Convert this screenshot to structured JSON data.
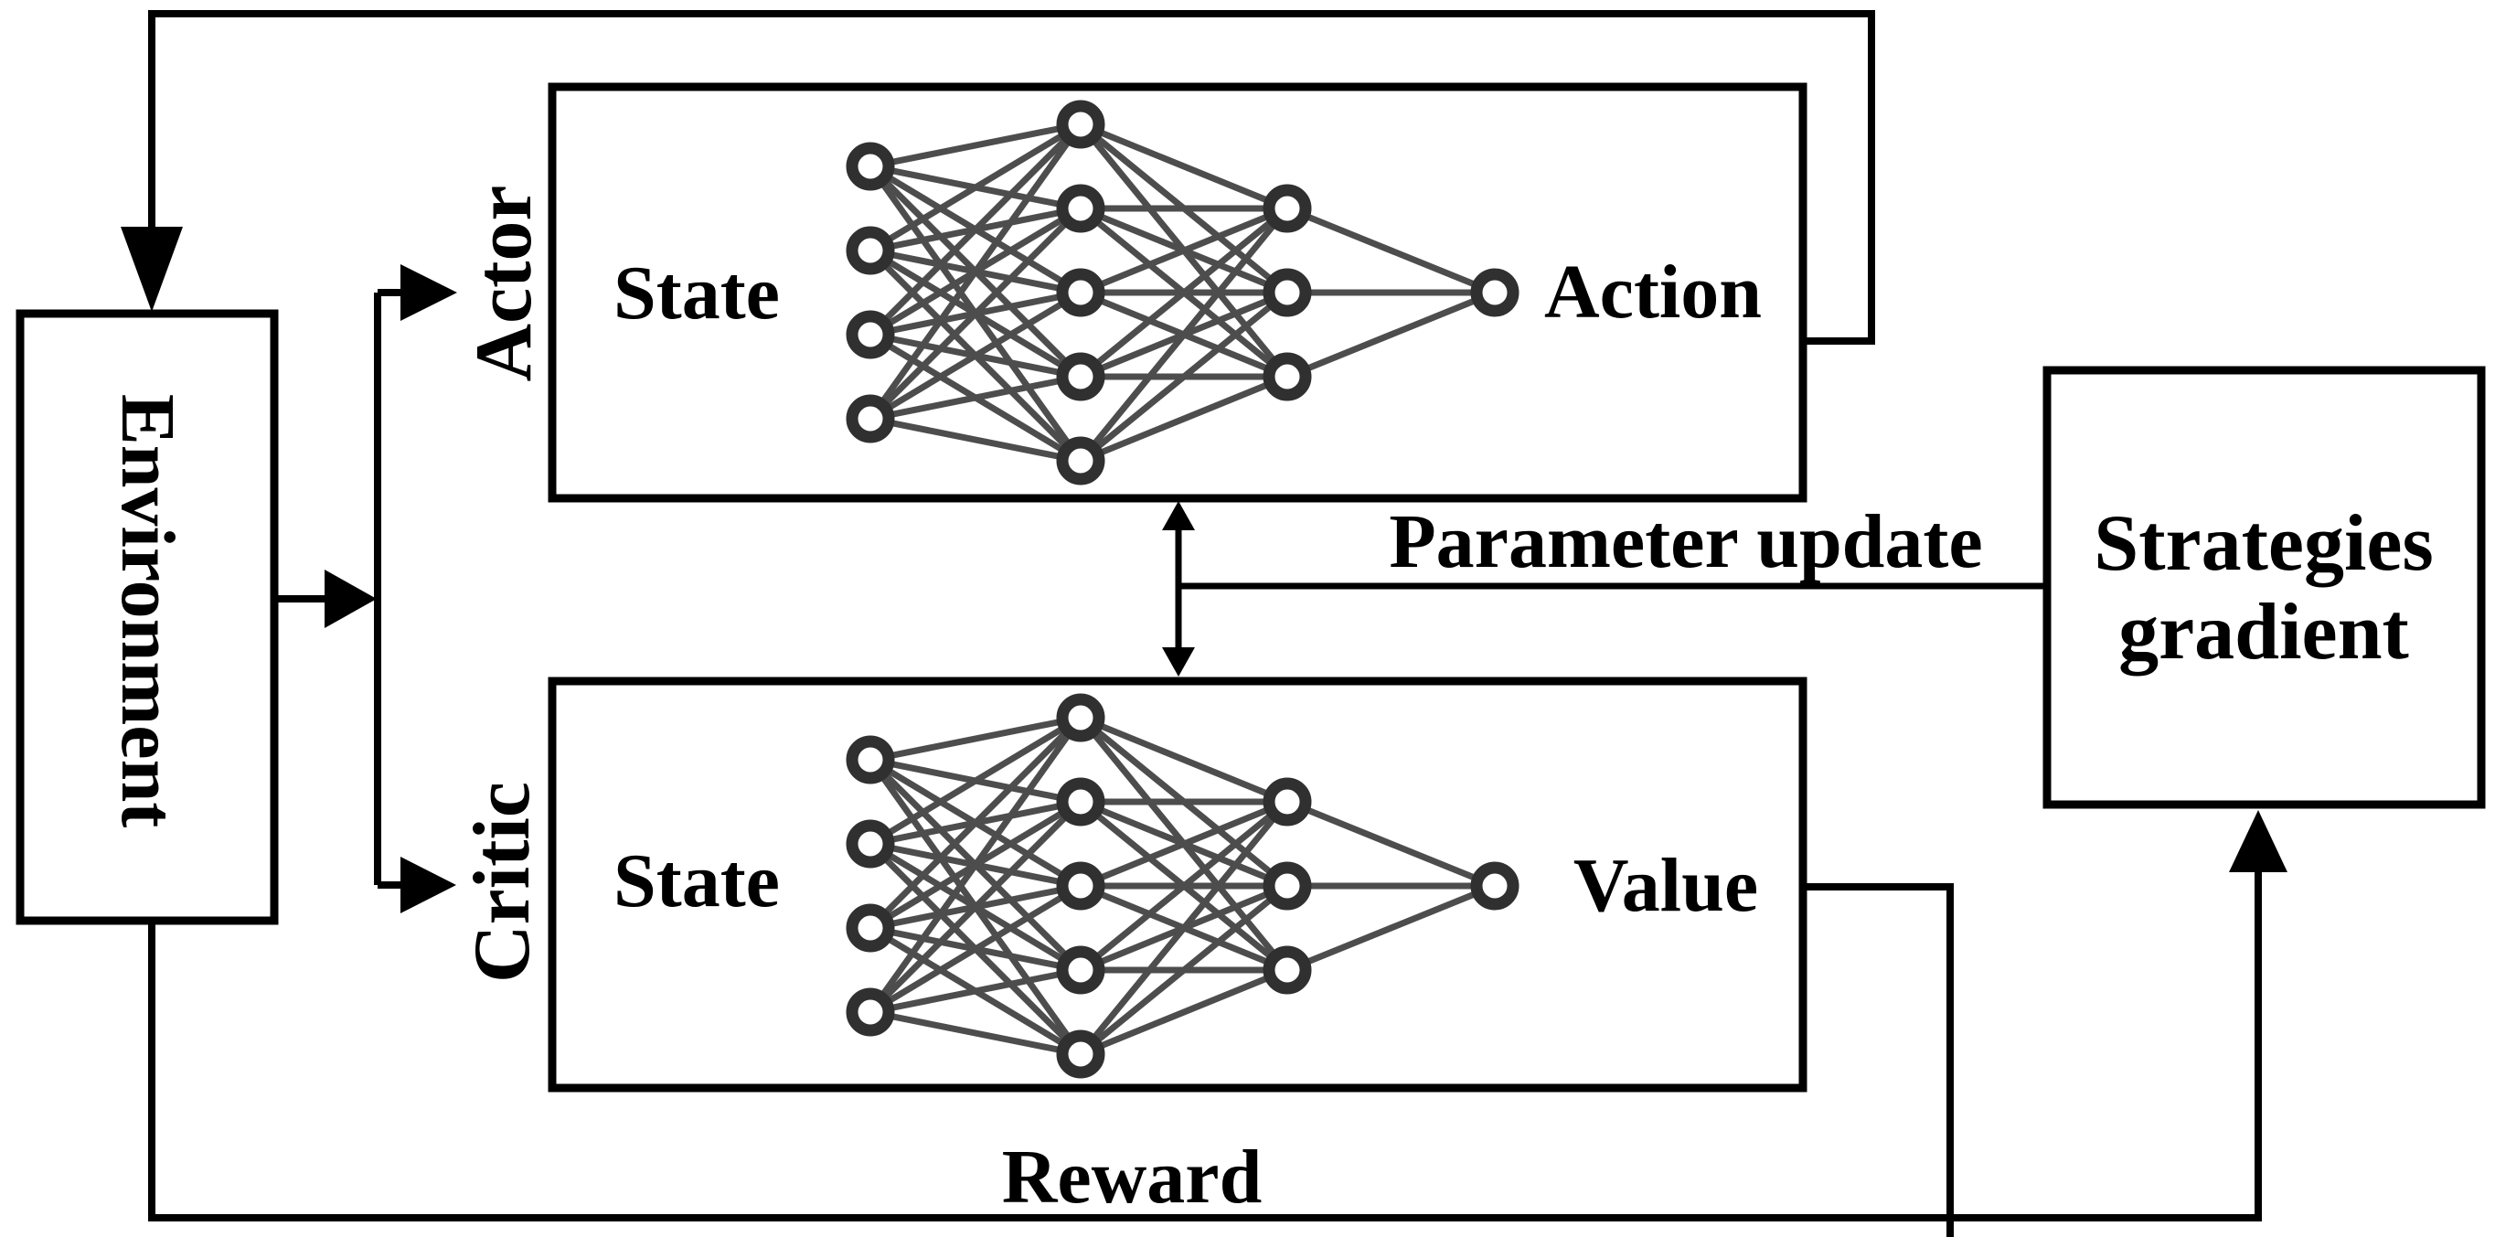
{
  "title": "Actor-Critic reinforcement learning architecture diagram",
  "colors": {
    "background": "#ffffff",
    "line": "#000000",
    "text": "#000000",
    "net_edge": "#4d4d4d",
    "net_node_ring": "#303030",
    "net_node_fill": "#ffffff"
  },
  "boxes": {
    "environment": {
      "label": "Environment"
    },
    "actor": {
      "label": "Actor",
      "input": "State",
      "output": "Action"
    },
    "critic": {
      "label": "Critic",
      "input": "State",
      "output": "Value"
    },
    "strategies": {
      "label_line1": "Strategies",
      "label_line2": "gradient"
    }
  },
  "annotations": {
    "parameter_update": "Parameter update",
    "reward": "Reward"
  },
  "network": {
    "type": "fully-connected-mlp",
    "layer_sizes": [
      4,
      5,
      3,
      1
    ],
    "instances": [
      "actor",
      "critic"
    ]
  }
}
